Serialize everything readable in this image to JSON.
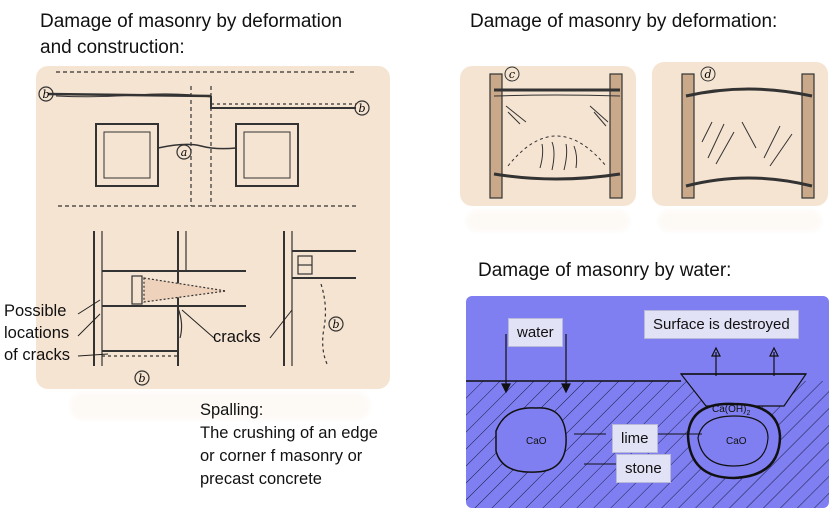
{
  "headings": {
    "left_line1": "Damage of masonry by deformation",
    "left_line2": "and construction:",
    "top_right": "Damage of masonry by deformation:",
    "water": "Damage of masonry by water:"
  },
  "left_labels": {
    "possible": "Possible",
    "locations": "locations",
    "of_cracks": "of cracks",
    "cracks": "cracks"
  },
  "spalling": {
    "title": "Spalling:",
    "line1": "The crushing of an edge",
    "line2": "or corner f masonry or",
    "line3": "precast concrete"
  },
  "markers": {
    "a": "a",
    "b": "b",
    "c": "c",
    "d": "d"
  },
  "water_diagram": {
    "water": "water",
    "surface": "Surface is destroyed",
    "lime": "lime",
    "stone": "stone",
    "cao_left": "CaO",
    "cao_right": "CaO",
    "caoh": "Ca(OH)",
    "caoh_sub": "2"
  },
  "colors": {
    "panel_beige": "#f6e4d2",
    "water_blue": "#7f7ff2",
    "tag_bg": "#e2e2f7"
  }
}
